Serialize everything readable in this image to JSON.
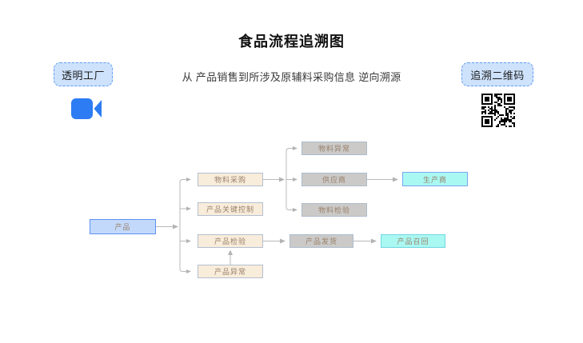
{
  "header": {
    "title": "食品流程追溯图",
    "subtitle": "从 产品销售到所涉及原辅料采购信息 逆向溯源"
  },
  "actions": {
    "transparent_factory_label": "透明工厂",
    "traceability_qr_label": "追溯二维码",
    "icons": [
      "video-camera-icon",
      "qr-code"
    ]
  },
  "colors": {
    "pill_bg": "#cee2fc",
    "pill_border": "#5e9bf7",
    "video_icon": "#2d7cf3",
    "node_blue_bg": "#c3d9fb",
    "node_blue_border": "#5e90f2",
    "node_cream_bg": "#f8ecda",
    "node_gray_bg": "#cbcac8",
    "node_cyan_bg": "#aaf8f2",
    "node_text": "#99806a",
    "connector": "#b9b9b9"
  },
  "diagram": {
    "nodes": [
      {
        "id": "product",
        "label": "产品",
        "style": "blue"
      },
      {
        "id": "material-purchase",
        "label": "物料采购",
        "style": "cream"
      },
      {
        "id": "key-control",
        "label": "产品关键控制",
        "style": "cream"
      },
      {
        "id": "product-inspection",
        "label": "产品检验",
        "style": "cream"
      },
      {
        "id": "product-abnormal",
        "label": "产品异常",
        "style": "cream"
      },
      {
        "id": "material-abnormal",
        "label": "物料异常",
        "style": "gray"
      },
      {
        "id": "supplier",
        "label": "供应商",
        "style": "gray"
      },
      {
        "id": "material-inspection",
        "label": "物料检验",
        "style": "gray"
      },
      {
        "id": "manufacturer",
        "label": "生产商",
        "style": "cyan"
      },
      {
        "id": "product-shipment",
        "label": "产品发货",
        "style": "gray"
      },
      {
        "id": "product-recall",
        "label": "产品召回",
        "style": "cyanteal"
      }
    ],
    "edges": [
      {
        "from": "产品",
        "to": "物料采购"
      },
      {
        "from": "产品",
        "to": "产品关键控制"
      },
      {
        "from": "产品",
        "to": "产品检验"
      },
      {
        "from": "产品",
        "to": "产品异常"
      },
      {
        "from": "物料采购",
        "to": "物料异常"
      },
      {
        "from": "物料采购",
        "to": "供应商"
      },
      {
        "from": "物料采购",
        "to": "物料检验"
      },
      {
        "from": "供应商",
        "to": "生产商"
      },
      {
        "from": "产品检验",
        "to": "产品发货"
      },
      {
        "from": "产品发货",
        "to": "产品召回"
      },
      {
        "from": "产品异常",
        "to": "产品检验"
      }
    ]
  }
}
